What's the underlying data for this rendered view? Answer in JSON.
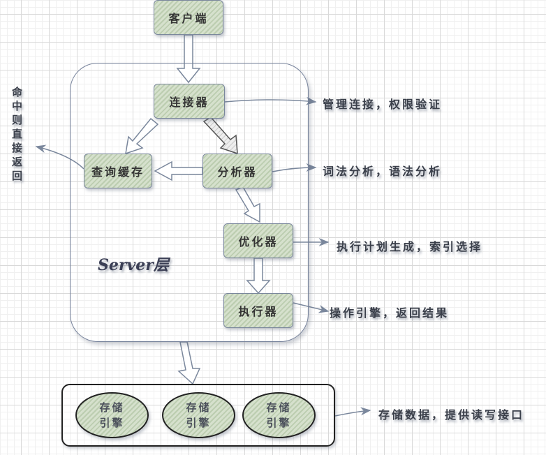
{
  "diagram": {
    "title": "MySQL 架构",
    "colors": {
      "node_fill": "#d6e1cd",
      "node_stripe": "#bccdb0",
      "node_border": "#7a879c",
      "arrow": "#7a879c",
      "storage_border": "#222222",
      "text": "#333333"
    },
    "nodes": {
      "client": "客户端",
      "connector": "连接器",
      "query_cache": "查询缓存",
      "analyzer": "分析器",
      "optimizer": "优化器",
      "executor": "执行器"
    },
    "server_layer_label": "Server层",
    "storage_engines": [
      {
        "line1": "存储",
        "line2": "引擎"
      },
      {
        "line1": "存储",
        "line2": "引擎"
      },
      {
        "line1": "存储",
        "line2": "引擎"
      }
    ],
    "notes": {
      "connector": "管理连接，权限验证",
      "analyzer": "词法分析，语法分析",
      "optimizer": "执行计划生成，索引选择",
      "executor": "操作引擎，返回结果",
      "storage": "存储数据，提供读写接口",
      "query_cache": "命中则直接返回"
    },
    "edges": [
      {
        "from": "client",
        "to": "connector",
        "style": "hollow"
      },
      {
        "from": "connector",
        "to": "query_cache",
        "style": "hollow"
      },
      {
        "from": "connector",
        "to": "analyzer",
        "style": "hatched"
      },
      {
        "from": "analyzer",
        "to": "query_cache",
        "style": "hollow"
      },
      {
        "from": "analyzer",
        "to": "optimizer",
        "style": "hollow"
      },
      {
        "from": "optimizer",
        "to": "executor",
        "style": "hollow"
      },
      {
        "from": "server",
        "to": "storage",
        "style": "hollow"
      }
    ]
  }
}
